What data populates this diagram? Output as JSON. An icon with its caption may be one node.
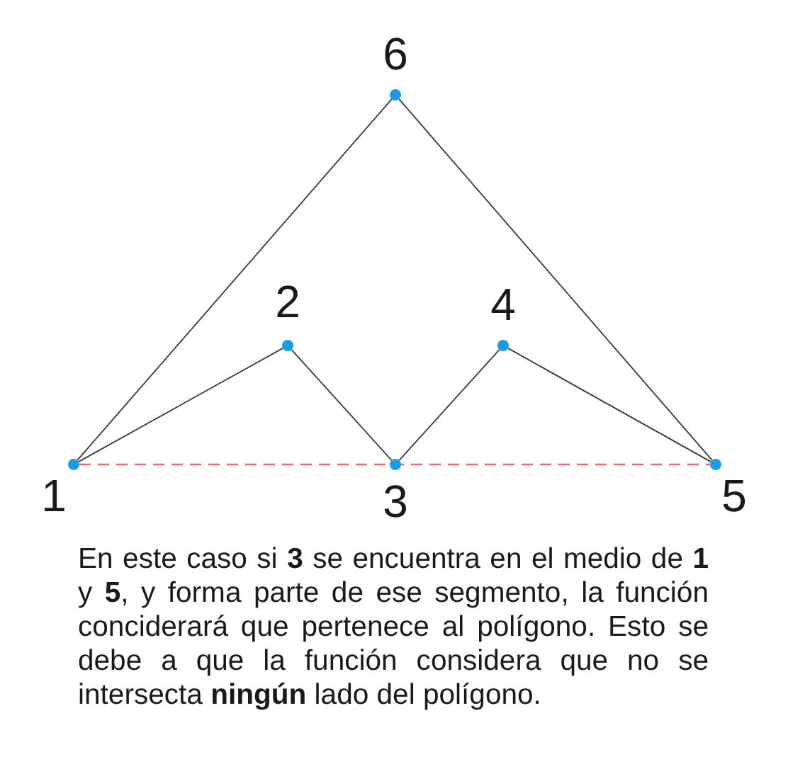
{
  "diagram": {
    "caption": "En este caso si **3** se encuentra en el medio de **1** y **5**, y forma parte de ese segmento, la función conciderará que pertenece al polígono. Esto se debe a que la función considera que no se intersecta **ningún** lado del polígono.",
    "nodes": [
      {
        "text": [],
        "shape": "circle",
        "beside": [
          "1"
        ]
      },
      {
        "text": [],
        "shape": "circle",
        "beside": [
          "2"
        ]
      },
      {
        "text": [],
        "shape": "circle",
        "beside": [
          "3"
        ]
      },
      {
        "text": [],
        "shape": "circle",
        "beside": [
          "4"
        ]
      },
      {
        "text": [],
        "shape": "circle",
        "beside": [
          "5"
        ]
      },
      {
        "text": [],
        "shape": "circle",
        "beside": [
          "6"
        ]
      }
    ],
    "edges": [
      {
        "from": 0,
        "to": 1,
        "arrow": "none"
      },
      {
        "from": 1,
        "to": 2,
        "arrow": "none"
      },
      {
        "from": 2,
        "to": 3,
        "arrow": "none"
      },
      {
        "from": 3,
        "to": 4,
        "arrow": "none"
      },
      {
        "from": 4,
        "to": 5,
        "arrow": "none"
      },
      {
        "from": 5,
        "to": 0,
        "arrow": "none"
      },
      {
        "from": 0,
        "to": 4,
        "arrow": "none",
        "style": "dashed",
        "color": "#e86a6a"
      }
    ]
  }
}
